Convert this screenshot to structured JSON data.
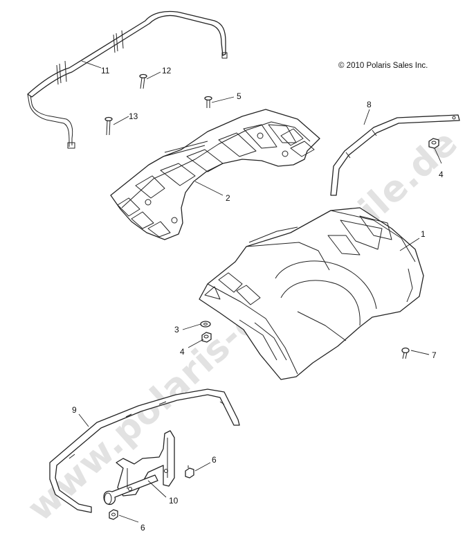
{
  "watermark": "www.polaris-ersatzteile.de",
  "copyright": "© 2010 Polaris Sales Inc.",
  "callouts": {
    "rack_rear": "11",
    "bolt_12": "12",
    "bolt_5": "5",
    "bolt_13": "13",
    "rail_8": "8",
    "nut_4_top": "4",
    "rack_2": "2",
    "fender_1": "1",
    "washer_3": "3",
    "nut_4_mid": "4",
    "rivet_7": "7",
    "rack_9": "9",
    "bolt_6_top": "6",
    "bracket_10": "10",
    "bolt_6_bottom": "6"
  }
}
